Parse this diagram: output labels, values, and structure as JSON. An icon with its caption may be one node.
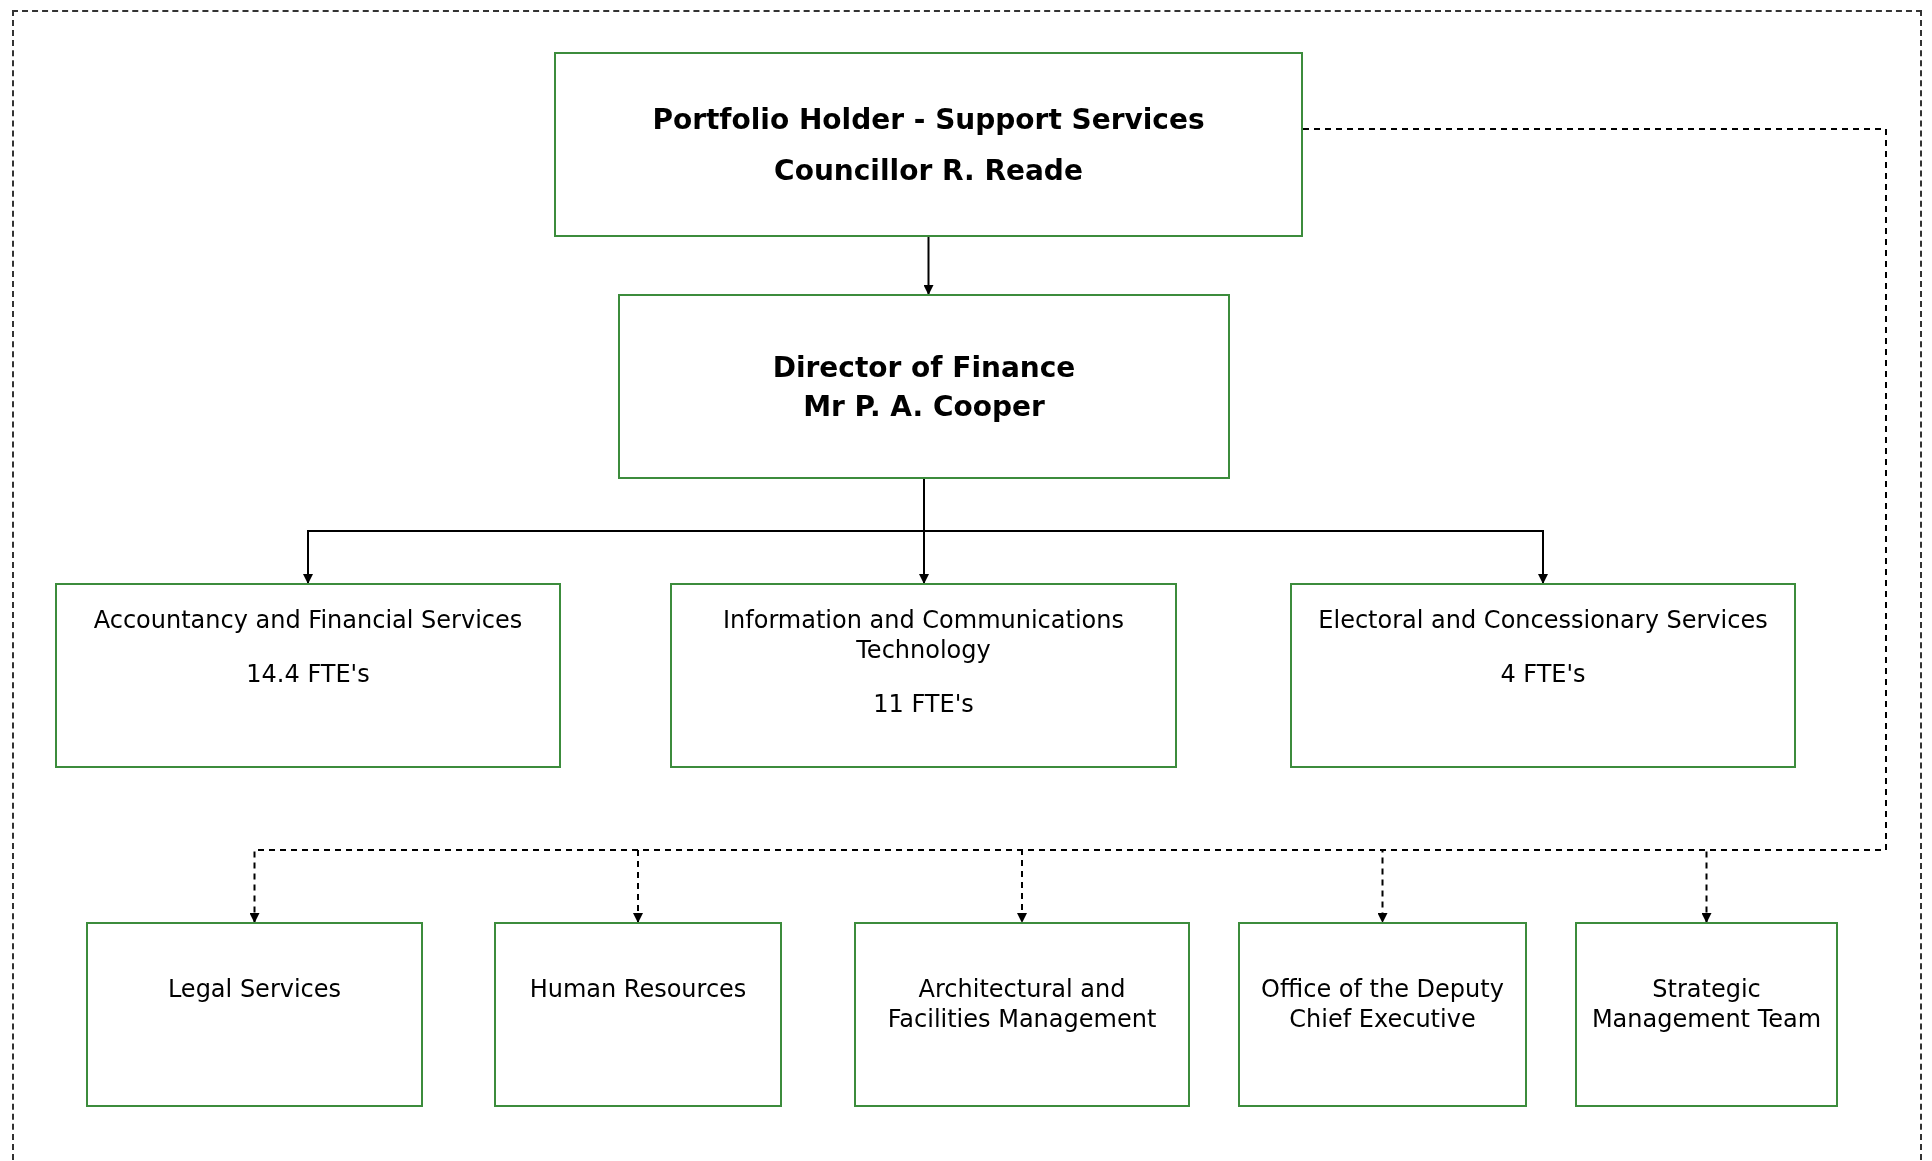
{
  "diagram": {
    "nodes": [
      {
        "text": [
          "Portfolio Holder - Support Services",
          "Councillor R. Reade"
        ]
      },
      {
        "text": [
          "Director of Finance",
          "Mr P. A. Cooper"
        ]
      },
      {
        "text": [
          "Accountancy and Financial Services",
          "14.4 FTE's"
        ]
      },
      {
        "text": [
          "Information and Communications Technology",
          "11 FTE's"
        ]
      },
      {
        "text": [
          "Electoral and Concessionary Services",
          "4 FTE's"
        ]
      },
      {
        "text": [
          "Legal Services"
        ]
      },
      {
        "text": [
          "Human Resources"
        ]
      },
      {
        "text": [
          "Architectural and Facilities Management"
        ]
      },
      {
        "text": [
          "Office of the Deputy Chief Executive"
        ]
      },
      {
        "text": [
          "Strategic Management Team"
        ]
      }
    ],
    "edges": [
      {
        "from": 0,
        "to": 1,
        "arrow": "to"
      },
      {
        "from": 1,
        "to": 2,
        "arrow": "to"
      },
      {
        "from": 1,
        "to": 3,
        "arrow": "to"
      },
      {
        "from": 1,
        "to": 4,
        "arrow": "to"
      },
      {
        "from": 0,
        "to": 5,
        "arrow": "to",
        "style": "dashed"
      },
      {
        "from": 0,
        "to": 6,
        "arrow": "to",
        "style": "dashed"
      },
      {
        "from": 0,
        "to": 7,
        "arrow": "to",
        "style": "dashed"
      },
      {
        "from": 0,
        "to": 8,
        "arrow": "to",
        "style": "dashed"
      },
      {
        "from": 0,
        "to": 9,
        "arrow": "to",
        "style": "dashed"
      }
    ]
  }
}
